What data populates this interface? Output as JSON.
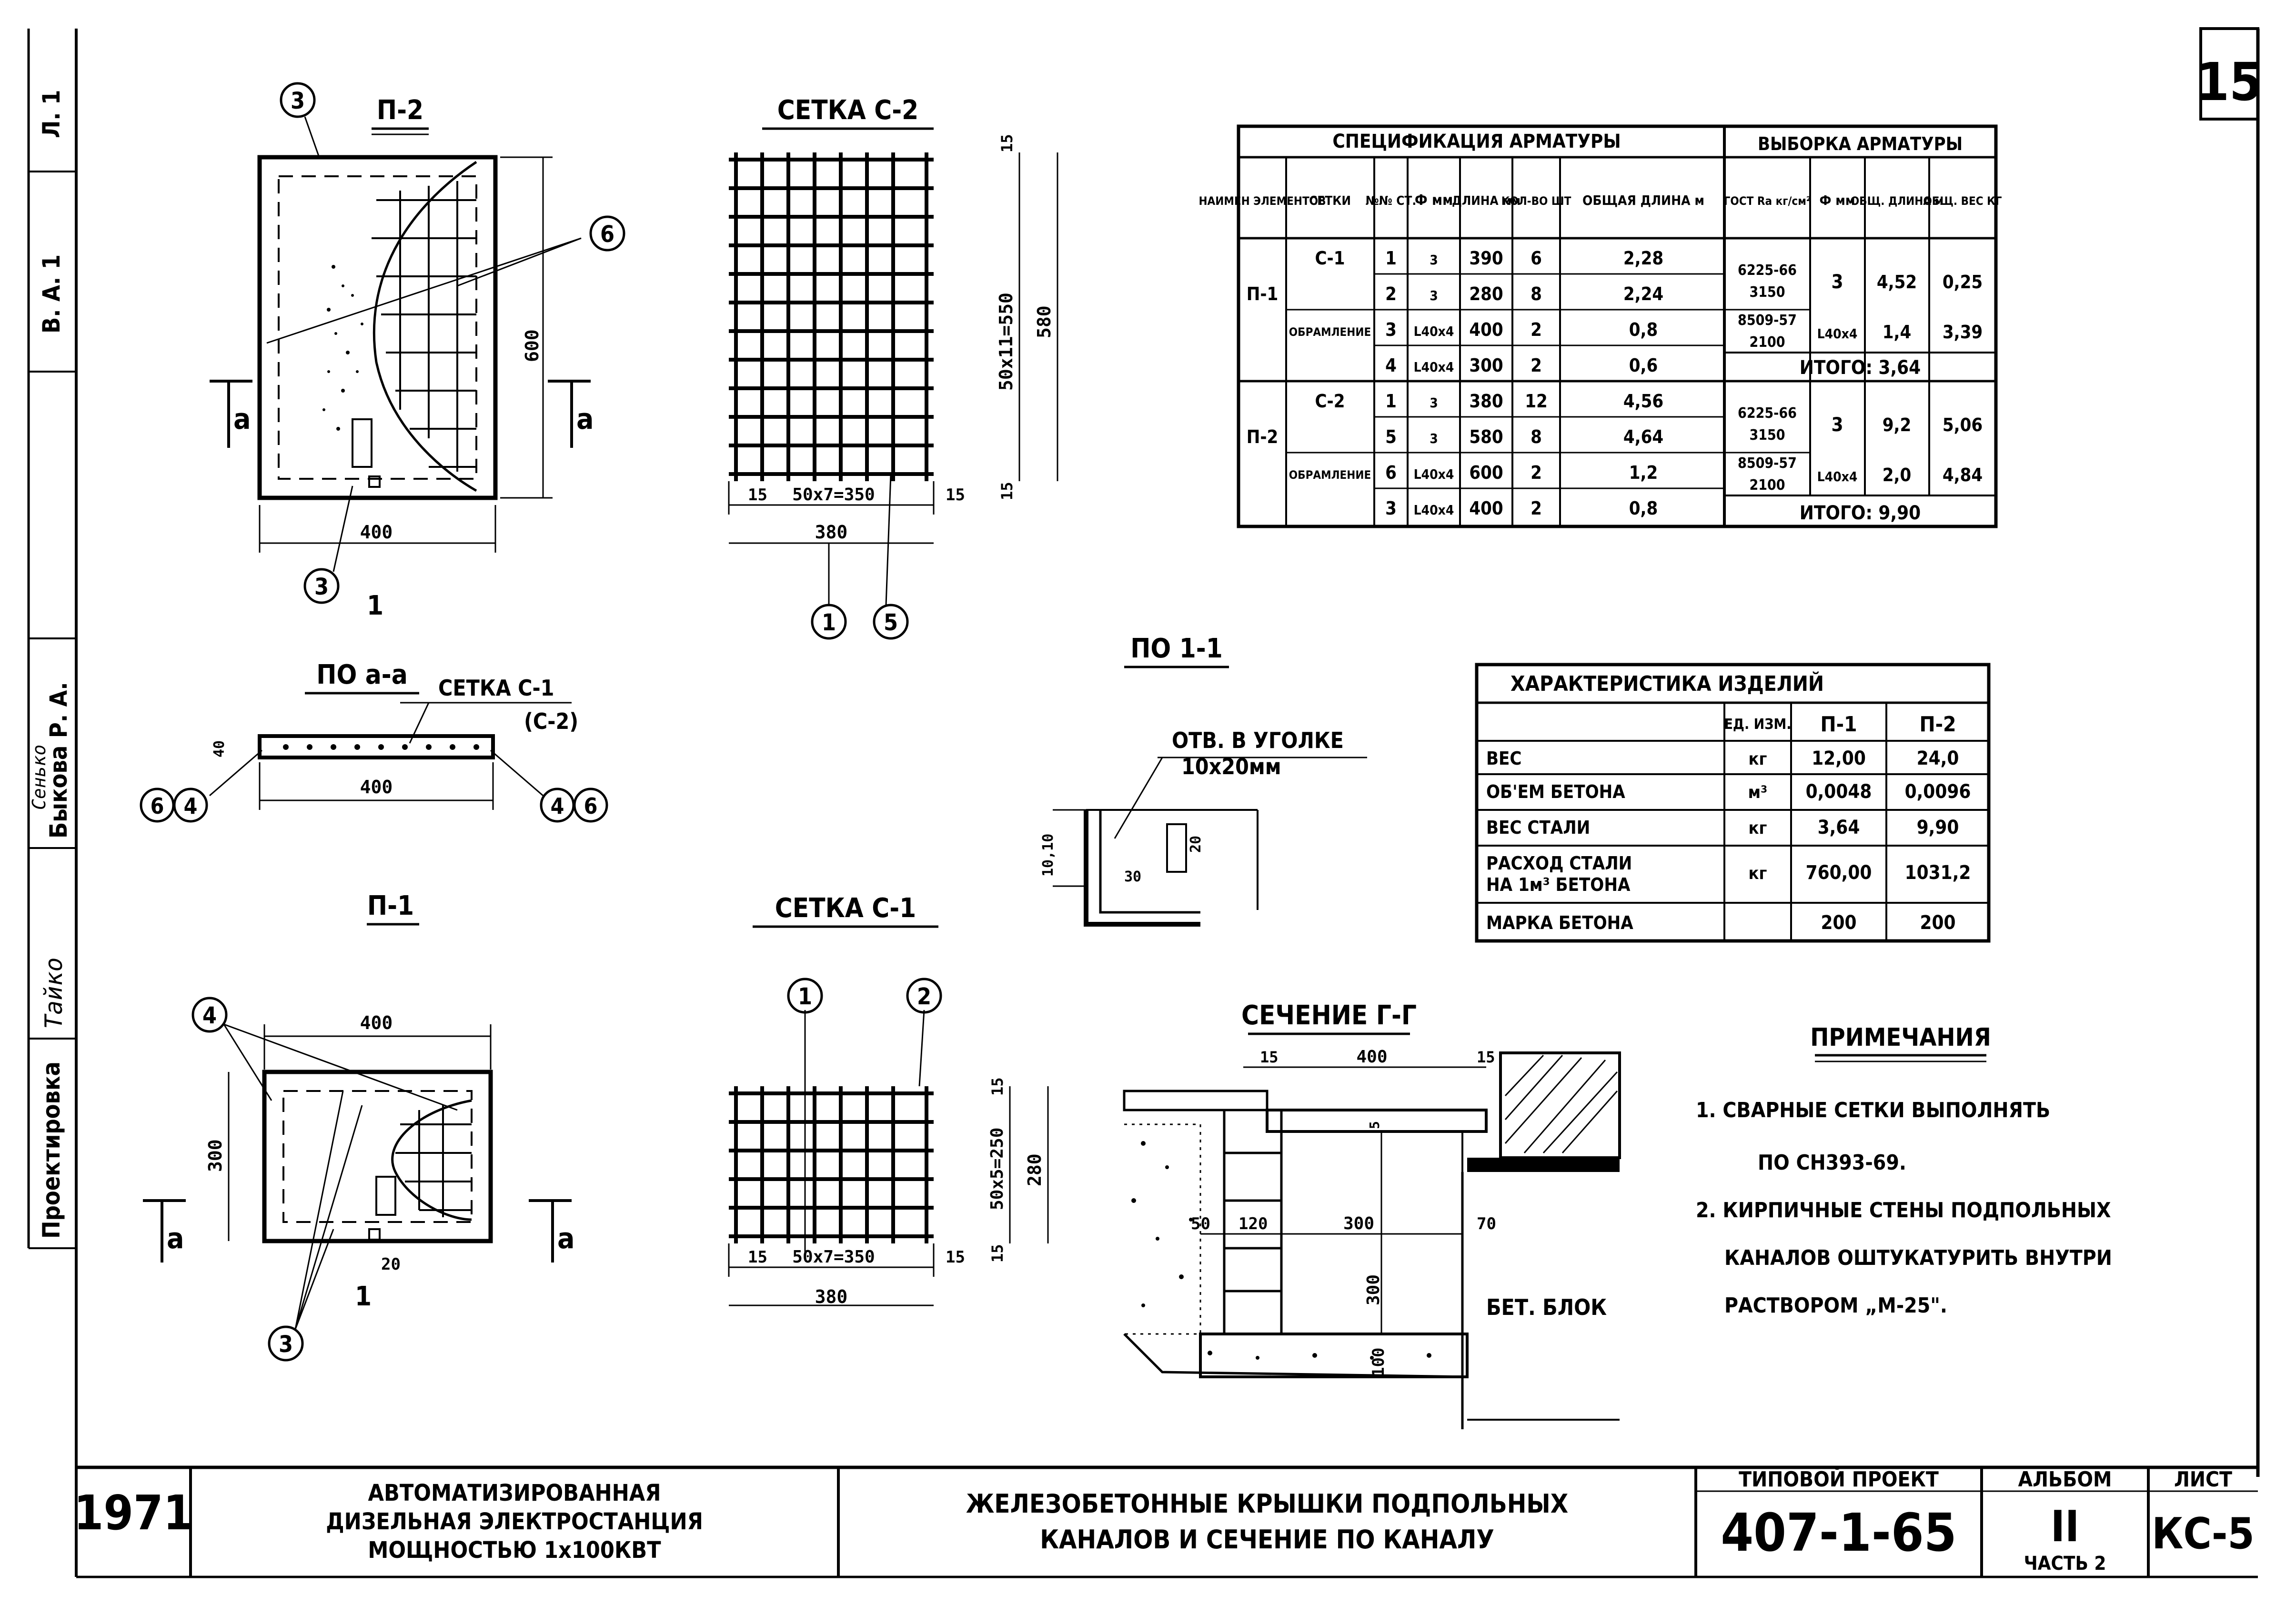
{
  "sheet_number": "15",
  "left_margin": {
    "l1": "Л. 1",
    "v_a": "В. А. 1",
    "hand1": "Сенько",
    "hand2": "Тайко",
    "bykova": "Быкова Р. А.",
    "proektirovka": "Проектировка"
  },
  "views": {
    "p2": {
      "title": "П-2",
      "dim_w": "400",
      "dim_h": "600",
      "sec": "а",
      "cut": "1",
      "callouts": [
        "3",
        "6",
        "3"
      ]
    },
    "setka_c2": {
      "title": "СЕТКА С-2",
      "dim_pitch_h": "50х7=350",
      "dim_pitch_v": "50х11=550",
      "dim_total_w": "380",
      "dim_total_h": "580",
      "dim_edge": "15",
      "callouts": [
        "1",
        "5"
      ]
    },
    "po_aa": {
      "title": "ПО а-а",
      "label": "СЕТКА С-1",
      "label2": "(С-2)",
      "dim_w": "400",
      "dim_t": "40",
      "callouts_left": [
        "6",
        "4"
      ],
      "callouts_right": [
        "4",
        "6"
      ]
    },
    "po_11": {
      "title": "ПО 1-1",
      "note1": "ОТВ. В УГОЛКЕ",
      "note2": "10х20мм",
      "dims": [
        "10,10",
        "20",
        "30"
      ]
    },
    "p1": {
      "title": "П-1",
      "dim_w": "400",
      "dim_h": "300",
      "dim_20": "20",
      "sec": "а",
      "cut": "1",
      "callouts": [
        "4",
        "3"
      ]
    },
    "setka_c1": {
      "title": "СЕТКА С-1",
      "dim_pitch_h": "50х7=350",
      "dim_pitch_v": "50х5=250",
      "dim_total_w": "380",
      "dim_total_h": "280",
      "dim_edge": "15",
      "callouts": [
        "1",
        "2"
      ]
    },
    "section_gg": {
      "title": "СЕЧЕНИЕ Г-Г",
      "dims": [
        "15",
        "400",
        "15",
        "50",
        "120",
        "300",
        "70",
        "300",
        "100",
        "5"
      ],
      "label": "БЕТ. БЛОК"
    }
  },
  "spec_table": {
    "title_left": "СПЕЦИФИКАЦИЯ АРМАТУРЫ",
    "title_right": "ВЫБОРКА АРМАТУРЫ",
    "headers": [
      "НАИМЕН ЭЛЕМЕНТОВ",
      "СЕТКИ",
      "№№ СТ.",
      "Ф мм",
      "ДЛИНА мм",
      "КОЛ-ВО ШТ",
      "ОБЩАЯ ДЛИНА м",
      "ГОСТ Ra кг/см²",
      "Ф мм",
      "ОБЩ. ДЛИНА м",
      "ОБЩ. ВЕС КГ"
    ],
    "rows": [
      [
        "",
        "С-1",
        "1",
        "3",
        "390",
        "6",
        "2,28"
      ],
      [
        "П-1",
        "",
        "2",
        "3",
        "280",
        "8",
        "2,24"
      ],
      [
        "",
        "ОБРАМЛЕНИЕ",
        "3",
        "L40х4",
        "400",
        "2",
        "0,8"
      ],
      [
        "",
        "",
        "4",
        "L40х4",
        "300",
        "2",
        "0,6"
      ],
      [
        "",
        "С-2",
        "1",
        "3",
        "380",
        "12",
        "4,56"
      ],
      [
        "П-2",
        "",
        "5",
        "3",
        "580",
        "8",
        "4,64"
      ],
      [
        "",
        "ОБРАМЛЕНИЕ",
        "6",
        "L40х4",
        "600",
        "2",
        "1,2"
      ],
      [
        "",
        "",
        "3",
        "L40х4",
        "400",
        "2",
        "0,8"
      ]
    ],
    "selection": [
      {
        "gost": "6225-66",
        "ra": "3150",
        "d": "3",
        "len": "4,52",
        "w": "0,25"
      },
      {
        "gost": "8509-57",
        "ra": "2100",
        "d": "L40х4",
        "len": "1,4",
        "w": "3,39"
      },
      {
        "gost": "6225-66",
        "ra": "3150",
        "d": "3",
        "len": "9,2",
        "w": "5,06"
      },
      {
        "gost": "8509-57",
        "ra": "2100",
        "d": "L40х4",
        "len": "2,0",
        "w": "4,84"
      }
    ],
    "total1": "ИТОГО: 3,64",
    "total2": "ИТОГО: 9,90"
  },
  "char_table": {
    "title": "ХАРАКТЕРИСТИКА ИЗДЕЛИЙ",
    "headers": [
      "",
      "ЕД. ИЗМ.",
      "П-1",
      "П-2"
    ],
    "rows": [
      [
        "ВЕС",
        "кг",
        "12,00",
        "24,0"
      ],
      [
        "ОБ'ЕМ БЕТОНА",
        "м³",
        "0,0048",
        "0,0096"
      ],
      [
        "ВЕС СТАЛИ",
        "кг",
        "3,64",
        "9,90"
      ],
      [
        "РАСХОД СТАЛИ НА 1м³ БЕТОНА",
        "кг",
        "760,00",
        "1031,2"
      ],
      [
        "МАРКА БЕТОНА",
        "",
        "200",
        "200"
      ]
    ]
  },
  "notes": {
    "title": "ПРИМЕЧАНИЯ",
    "lines": [
      "1. СВАРНЫЕ СЕТКИ ВЫПОЛНЯТЬ",
      "ПО СН393-69.",
      "2. КИРПИЧНЫЕ СТЕНЫ ПОДПОЛЬНЫХ",
      "КАНАЛОВ ОШТУКАТУРИТЬ ВНУТРИ",
      "РАСТВОРОМ „М-25\"."
    ]
  },
  "title_block": {
    "year": "1971",
    "project_name": [
      "АВТОМАТИЗИРОВАННАЯ",
      "ДИЗЕЛЬНАЯ ЭЛЕКТРОСТАНЦИЯ",
      "МОЩНОСТЬЮ 1х100КВТ"
    ],
    "sheet_title": [
      "ЖЕЛЕЗОБЕТОННЫЕ КРЫШКИ ПОДПОЛЬНЫХ",
      "КАНАЛОВ И СЕЧЕНИЕ ПО КАНАЛУ"
    ],
    "typ_label": "ТИПОВОЙ ПРОЕКТ",
    "typ_number": "407-1-65",
    "album_label": "АЛЬБОМ",
    "album_number": "II",
    "album_part": "ЧАСТЬ 2",
    "list_label": "ЛИСТ",
    "list_number": "КС-5"
  }
}
